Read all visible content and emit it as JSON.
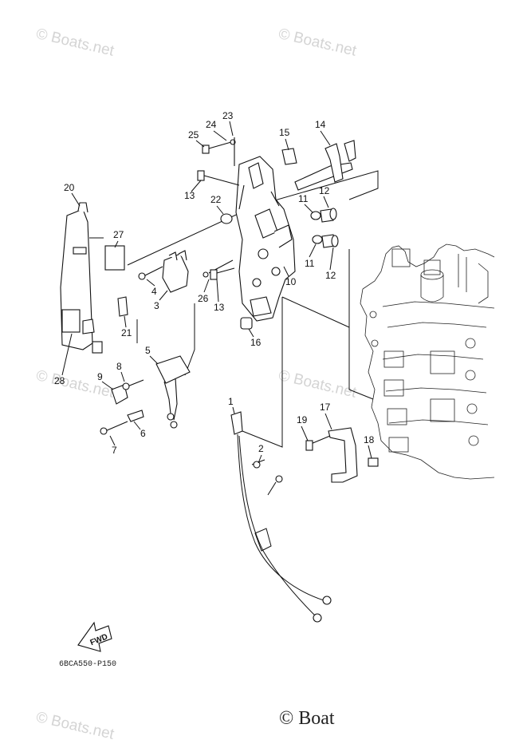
{
  "watermark": {
    "text": "© Boats.net",
    "bottom_text": "© Boat"
  },
  "diagram": {
    "callouts": [
      "1",
      "2",
      "3",
      "4",
      "5",
      "6",
      "7",
      "8",
      "9",
      "10",
      "11",
      "11",
      "12",
      "12",
      "13",
      "13",
      "14",
      "15",
      "16",
      "17",
      "18",
      "19",
      "20",
      "21",
      "22",
      "23",
      "24",
      "25",
      "26",
      "27",
      "28"
    ],
    "fwd_label": "FWD",
    "figure_code": "6BCA550-P150"
  }
}
